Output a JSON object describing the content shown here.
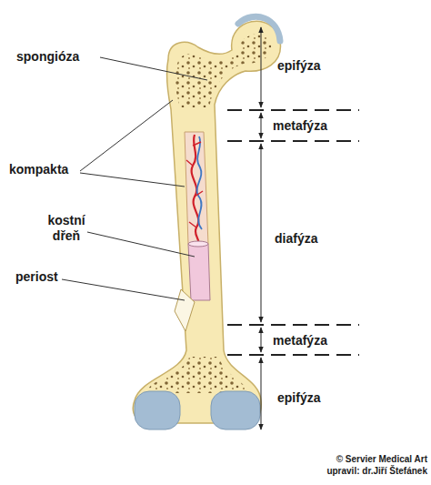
{
  "diagram": {
    "labels": [
      "spongióza",
      "kompakta",
      "kostní dřeň",
      "periost",
      "epifýza",
      "metafýza",
      "diafýza",
      "metafýza",
      "epifýza",
      "© Servier Medical Art",
      "upravil: dr.Jiří Štefánek"
    ]
  }
}
